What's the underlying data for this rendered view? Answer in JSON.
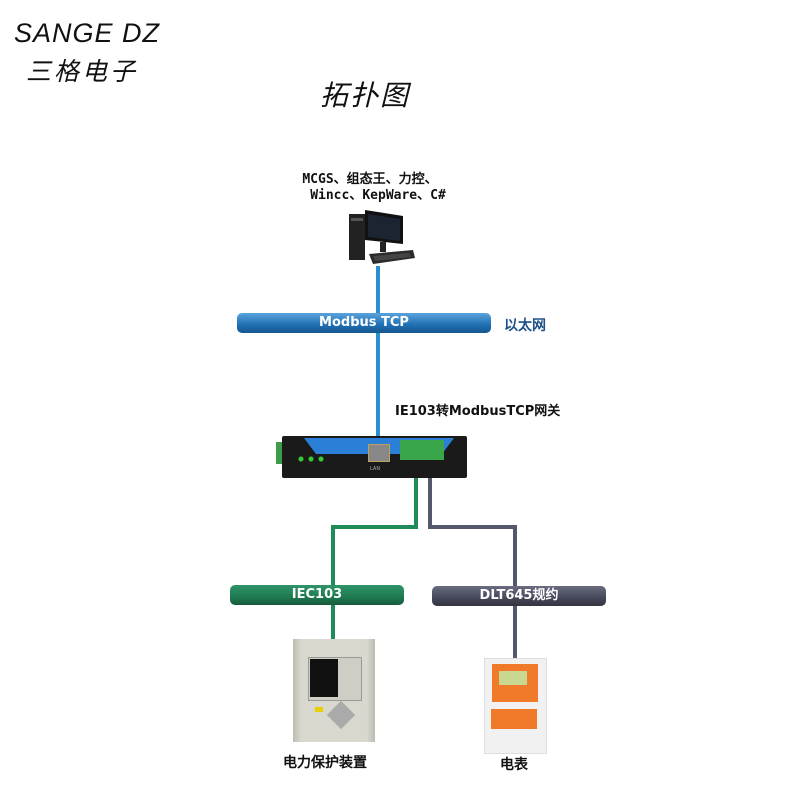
{
  "brand": {
    "name": "SANGE DZ",
    "name_cn": "三格电子"
  },
  "title": "拓扑图",
  "software": {
    "line1": "MCGS、组态王、力控、",
    "line2": "Wincc、KepWare、C#"
  },
  "network": {
    "bar_label": "Modbus TCP",
    "side_label": "以太网"
  },
  "gateway": {
    "label": "IE103转ModbusTCP网关",
    "port_label": "LAN"
  },
  "branches": [
    {
      "bar_label": "IEC103",
      "device_label": "电力保护装置",
      "color": "#1f7a50"
    },
    {
      "bar_label": "DLT645规约",
      "device_label": "电表",
      "color": "#45475a"
    }
  ],
  "colors": {
    "ethernet": "#2a8fd0",
    "side_label": "#1d4f88"
  }
}
